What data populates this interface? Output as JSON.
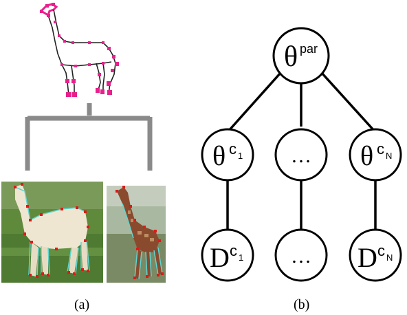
{
  "captions": {
    "a": "(a)",
    "b": "(b)"
  },
  "graph": {
    "root": {
      "symbol": "θ",
      "sup": "par"
    },
    "children": [
      {
        "symbol": "θ",
        "sup": "c",
        "sub": "1"
      },
      {
        "symbol": "…"
      },
      {
        "symbol": "θ",
        "sup": "c",
        "sub": "N"
      }
    ],
    "data": [
      {
        "symbol": "D",
        "sup": "c",
        "sub": "1"
      },
      {
        "symbol": "…"
      },
      {
        "symbol": "D",
        "sup": "c",
        "sub": "N"
      }
    ]
  },
  "colors": {
    "skeleton": "#e8208c",
    "skeleton_line": "#222222",
    "tree_connector": "#8a8a8a",
    "keypoint": "#e01818",
    "limb_outline": "#5fd6d0",
    "grass": "#4f7a32",
    "sky": "#a9b8a0"
  }
}
